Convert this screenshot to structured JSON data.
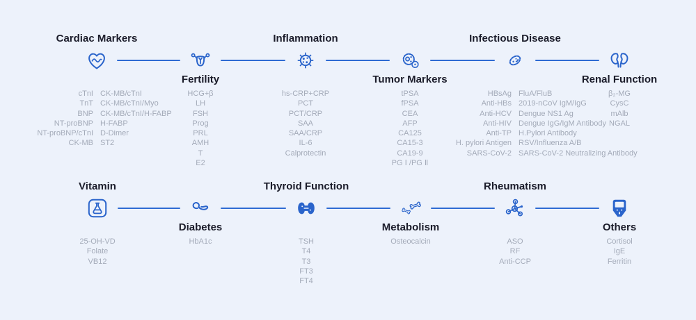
{
  "palette": {
    "background": "#edf2fb",
    "accent_blue": "#2a64cb",
    "line_blue": "#2e6bd3",
    "title_text": "#1b1c2a",
    "item_text": "#a4abb9"
  },
  "sections": {
    "cardiac": {
      "title": "Cardiac Markers",
      "icon": "heart-ecg-icon",
      "items_left": [
        "cTnI",
        "TnT",
        "BNP",
        "NT-proBNP",
        "NT-proBNP/cTnI",
        "CK-MB"
      ],
      "items_right": [
        "CK-MB/cTnI",
        "CK-MB/cTnI/Myo",
        "CK-MB/cTnI/H-FABP",
        "H-FABP",
        "D-Dimer",
        "ST2"
      ]
    },
    "fertility": {
      "title": "Fertility",
      "icon": "uterus-icon",
      "items": [
        "HCG+β",
        "LH",
        "FSH",
        "Prog",
        "PRL",
        "AMH",
        "T",
        "E2"
      ]
    },
    "inflammation": {
      "title": "Inflammation",
      "icon": "virus-icon",
      "items": [
        "hs-CRP+CRP",
        "PCT",
        "PCT/CRP",
        "SAA",
        "SAA/CRP",
        "IL-6",
        "Calprotectin"
      ]
    },
    "tumor": {
      "title": "Tumor Markers",
      "icon": "tumor-cells-icon",
      "items": [
        "tPSA",
        "fPSA",
        "CEA",
        "AFP",
        "CA125",
        "CA15-3",
        "CA19-9",
        "PG Ⅰ /PG Ⅱ"
      ]
    },
    "infectious": {
      "title": "Infectious Disease",
      "icon": "bacteria-icon",
      "items_left": [
        "HBsAg",
        "Anti-HBs",
        "Anti-HCV",
        "Anti-HIV",
        "Anti-TP",
        "H. pylori Antigen",
        "SARS-CoV-2"
      ],
      "items_right": [
        "FluA/FluB",
        "2019-nCoV IgM/IgG",
        "Dengue NS1 Ag",
        "Dengue IgG/IgM Antibody",
        "H.Pylori Antibody",
        "RSV/Influenza A/B",
        "SARS-CoV-2 Neutralizing Antibody"
      ]
    },
    "renal": {
      "title": "Renal Function",
      "icon": "kidneys-icon",
      "items": [
        "β₂-MG",
        "CysC",
        "mAlb",
        "NGAL"
      ]
    },
    "vitamin": {
      "title": "Vitamin",
      "icon": "flask-icon",
      "items": [
        "25-OH-VD",
        "Folate",
        "VB12"
      ]
    },
    "diabetes": {
      "title": "Diabetes",
      "icon": "pancreas-icon",
      "items": [
        "HbA1c"
      ]
    },
    "thyroid": {
      "title": "Thyroid Function",
      "icon": "thyroid-icon",
      "items": [
        "TSH",
        "T4",
        "T3",
        "FT3",
        "FT4"
      ]
    },
    "metabolism": {
      "title": "Metabolism",
      "icon": "bone-joint-icon",
      "items": [
        "Osteocalcin"
      ]
    },
    "rheumatism": {
      "title": "Rheumatism",
      "icon": "molecule-icon",
      "items": [
        "ASO",
        "RF",
        "Anti-CCP"
      ]
    },
    "others": {
      "title": "Others",
      "icon": "poct-device-icon",
      "items": [
        "Cortisol",
        "IgE",
        "Ferritin"
      ]
    }
  }
}
